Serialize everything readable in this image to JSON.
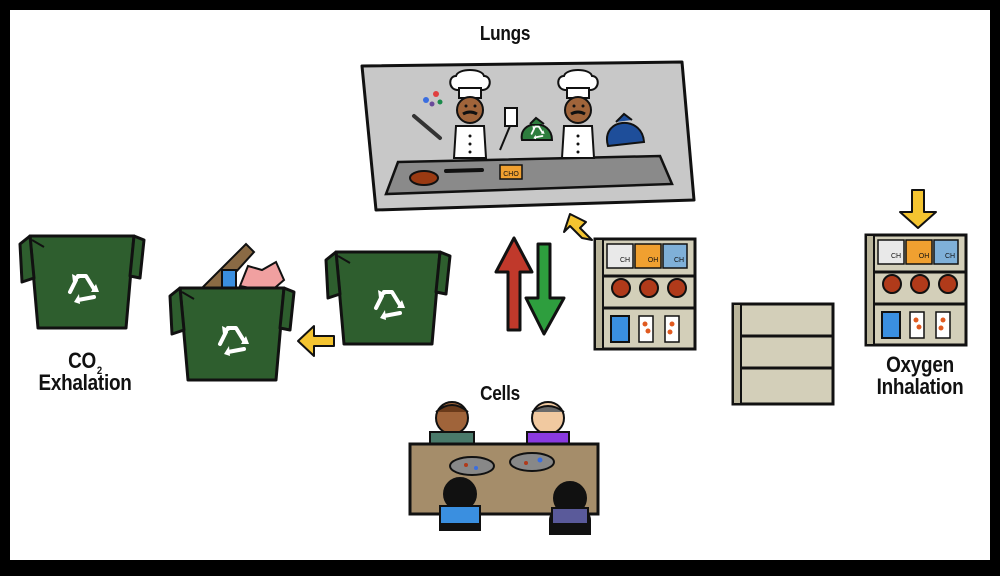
{
  "labels": {
    "lungs": "Lungs",
    "cells": "Cells",
    "co2_main": "CO",
    "co2_sub": "2",
    "exhalation": "Exhalation",
    "oxygen": "Oxygen",
    "inhalation": "Inhalation"
  },
  "item_labels": {
    "bag_left": "CH",
    "bag_mid": "OH",
    "bag_right": "CH",
    "counter_bag": "CHO"
  },
  "colors": {
    "frame": "#000000",
    "background": "#ffffff",
    "bin_green": "#2e5e2e",
    "arrow_red": "#c0392b",
    "arrow_green": "#2e9e3e",
    "arrow_yellow": "#f4c430",
    "kitchen_gray": "#c8c8c8",
    "table_brown": "#a58d6a",
    "shelf_beige": "#d3cfb9"
  },
  "icons": [
    "recycle-icon",
    "chef-icon",
    "person-icon",
    "shelf-icon",
    "arrow-icon",
    "trash-bin-icon"
  ]
}
